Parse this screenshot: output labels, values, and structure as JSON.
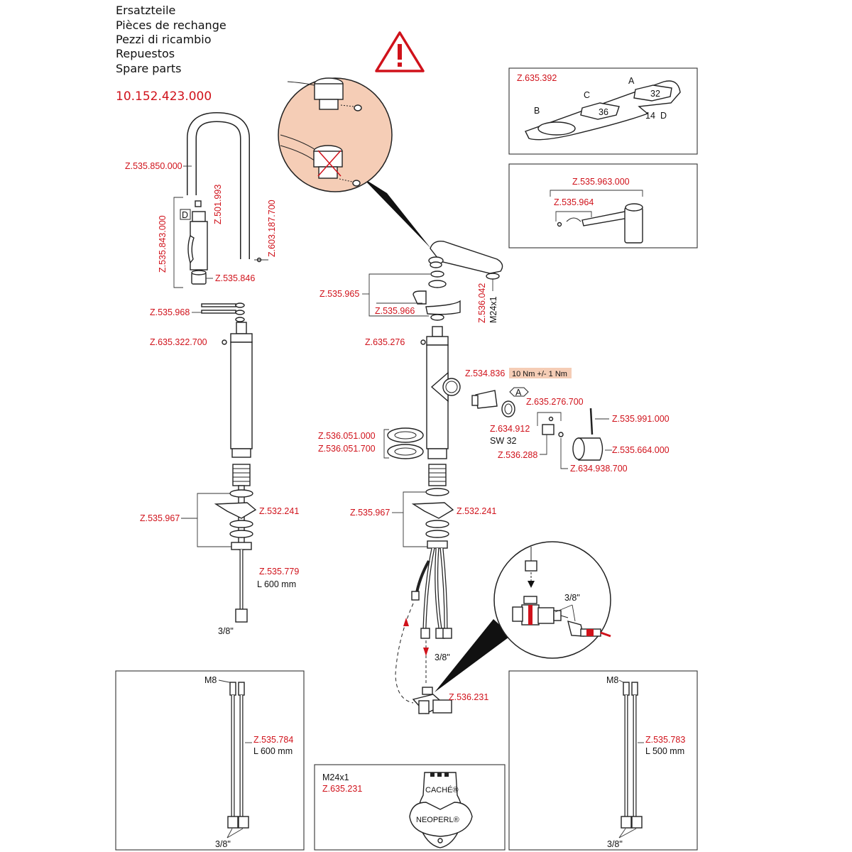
{
  "header": {
    "titles": [
      "Ersatzteile",
      "Pièces de rechange",
      "Pezzi di ricambio",
      "Repuestos",
      "Spare parts"
    ],
    "article_number": "10.152.423.000"
  },
  "torque": {
    "label": "10 Nm +/- 1 Nm",
    "highlight_color": "#f5cdb6"
  },
  "warning_icon": "warning-triangle-icon",
  "accent_color": "#d0121b",
  "left_column": {
    "spout": "Z.535.850.000",
    "screw_top": "Z.501.993",
    "pull_out_set": "Z.535.843.000",
    "set_letter": "D",
    "setscrew": "Z.603.187.700",
    "nut": "Z.535.846",
    "orings": "Z.535.968",
    "grub": "Z.635.322.700",
    "mount_set": "Z.535.967",
    "bracket": "Z.532.241",
    "hose": "Z.535.779",
    "hose_length": "L 600 mm",
    "thread": "3/8\""
  },
  "right_column": {
    "spout_set": "Z.535.965",
    "clip": "Z.535.966",
    "aerator": "Z.536.042",
    "aerator_thread": "M24x1",
    "grub": "Z.635.276",
    "cartridge": "Z.534.836",
    "hex_letter": "A",
    "screw": "Z.635.276.700",
    "pin": "Z.535.991.000",
    "nut_cartridge": "Z.634.912",
    "sw": "SW 32",
    "washer1": "Z.536.051.000",
    "washer2": "Z.536.051.700",
    "lever_mount": "Z.536.288",
    "handle": "Z.535.664.000",
    "handle_screw": "Z.634.938.700",
    "mount_set": "Z.535.967",
    "bracket": "Z.532.241",
    "thread": "3/8\"",
    "valve": "Z.536.231",
    "detail_thread": "3/8\""
  },
  "wrench_box": {
    "part": "Z.635.392",
    "letters": [
      "A",
      "B",
      "C",
      "D"
    ],
    "sizes": [
      "32",
      "36",
      "14"
    ]
  },
  "lever_box": {
    "part": "Z.535.963.000",
    "sub": "Z.535.964"
  },
  "hose_box_left": {
    "thread_top": "M8",
    "part": "Z.535.784",
    "length": "L 600 mm",
    "thread_bottom": "3/8\""
  },
  "hose_box_right": {
    "thread_top": "M8",
    "part": "Z.535.783",
    "length": "L 500 mm",
    "thread_bottom": "3/8\""
  },
  "aerator_box": {
    "thread": "M24x1",
    "part": "Z.635.231",
    "brand_top": "CACHÉ®",
    "brand_bottom": "NEOPERL®"
  }
}
